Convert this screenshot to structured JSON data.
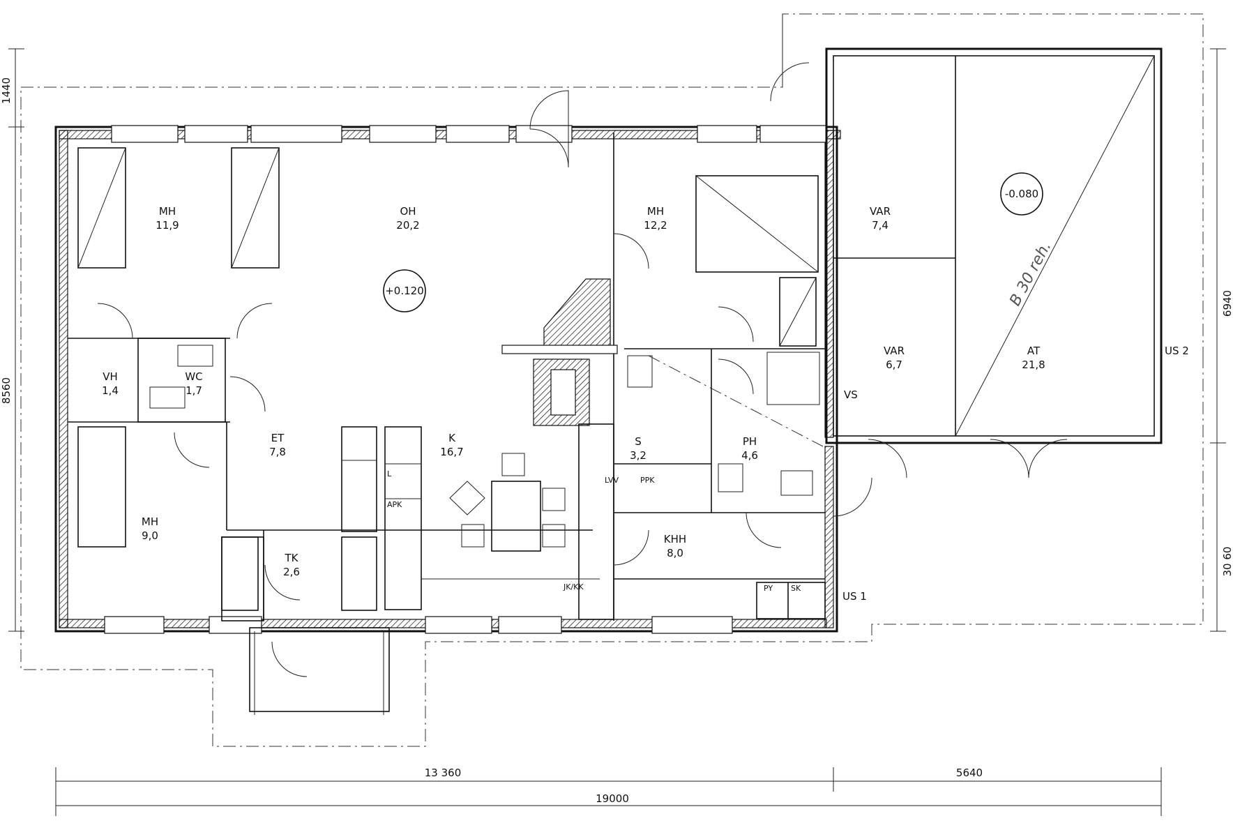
{
  "rooms": [
    {
      "code": "MH",
      "area": "11,9"
    },
    {
      "code": "OH",
      "area": "20,2"
    },
    {
      "code": "MH",
      "area": "12,2"
    },
    {
      "code": "VAR",
      "area": "7,4"
    },
    {
      "code": "AT",
      "area": "21,8"
    },
    {
      "code": "VAR",
      "area": "6,7"
    },
    {
      "code": "VH",
      "area": "1,4"
    },
    {
      "code": "WC",
      "area": "1,7"
    },
    {
      "code": "ET",
      "area": "7,8"
    },
    {
      "code": "K",
      "area": "16,7"
    },
    {
      "code": "S",
      "area": "3,2"
    },
    {
      "code": "PH",
      "area": "4,6"
    },
    {
      "code": "MH",
      "area": "9,0"
    },
    {
      "code": "TK",
      "area": "2,6"
    },
    {
      "code": "KHH",
      "area": "8,0"
    }
  ],
  "levels": [
    "+0.120",
    "-0.080"
  ],
  "fixtures": [
    "L",
    "APK",
    "LVV",
    "PPK",
    "JK/KK",
    "PY",
    "SK",
    "VS"
  ],
  "entrances": [
    "US 1",
    "US 2"
  ],
  "annotation": "B 30 reh.",
  "dimensions": {
    "width_main": "13 360",
    "width_garage": "5640",
    "width_total": "19000",
    "depth_total": "8560",
    "porch_depth": "1440",
    "garage_depth": "6940",
    "garage_offset": "30 60"
  }
}
